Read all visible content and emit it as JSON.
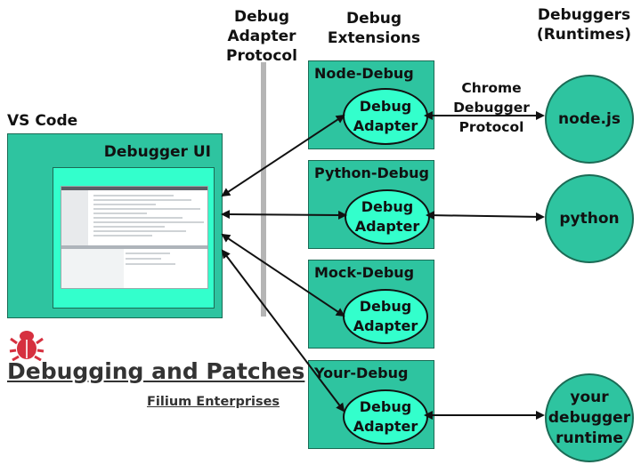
{
  "headers": {
    "protocol": [
      "Debug",
      "Adapter",
      "Protocol"
    ],
    "extensions": [
      "Debug",
      "Extensions"
    ],
    "debuggers": [
      "Debuggers",
      "(Runtimes)"
    ]
  },
  "vscode": {
    "label": "VS Code",
    "debugger_ui": "Debugger UI"
  },
  "extensions": [
    {
      "title": "Node-Debug",
      "adapter": [
        "Debug",
        "Adapter"
      ]
    },
    {
      "title": "Python-Debug",
      "adapter": [
        "Debug",
        "Adapter"
      ]
    },
    {
      "title": "Mock-Debug",
      "adapter": [
        "Debug",
        "Adapter"
      ]
    },
    {
      "title": "Your-Debug",
      "adapter": [
        "Debug",
        "Adapter"
      ]
    }
  ],
  "chrome_protocol": [
    "Chrome",
    "Debugger",
    "Protocol"
  ],
  "runtimes": [
    {
      "lines": [
        "node.js"
      ]
    },
    {
      "lines": [
        "python"
      ]
    },
    {
      "lines": [
        "your",
        "debugger",
        "runtime"
      ]
    }
  ],
  "branding": {
    "title": "Debugging and Patches",
    "subtitle": "Filium Enterprises",
    "logo_icon": "bug-icon"
  },
  "colors": {
    "box": "#2ec4a0",
    "adapter": "#33ffcc",
    "inner_ui": "#33ffcc",
    "bug_logo": "#d6303f",
    "divider": "#b5b5b5"
  }
}
